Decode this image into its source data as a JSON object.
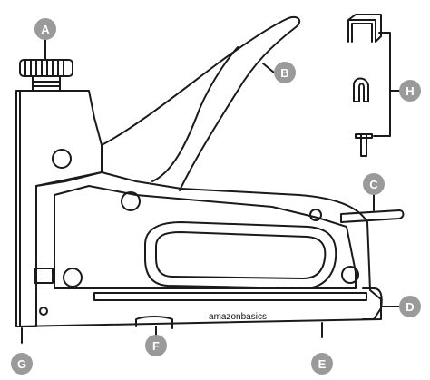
{
  "diagram": {
    "brand_logo_text": "amazonbasics",
    "callouts": [
      {
        "id": "A",
        "label": "A"
      },
      {
        "id": "B",
        "label": "B"
      },
      {
        "id": "C",
        "label": "C"
      },
      {
        "id": "D",
        "label": "D"
      },
      {
        "id": "E",
        "label": "E"
      },
      {
        "id": "F",
        "label": "F"
      },
      {
        "id": "G",
        "label": "G"
      },
      {
        "id": "H",
        "label": "H"
      }
    ],
    "colors": {
      "callout_fill": "#9a9a9a",
      "line": "#1a1a1a",
      "background": "#ffffff"
    },
    "parts_depicted": [
      "staple-gun-body",
      "handle",
      "adjustment-knob",
      "lock-latch",
      "magazine",
      "staple-types"
    ]
  }
}
